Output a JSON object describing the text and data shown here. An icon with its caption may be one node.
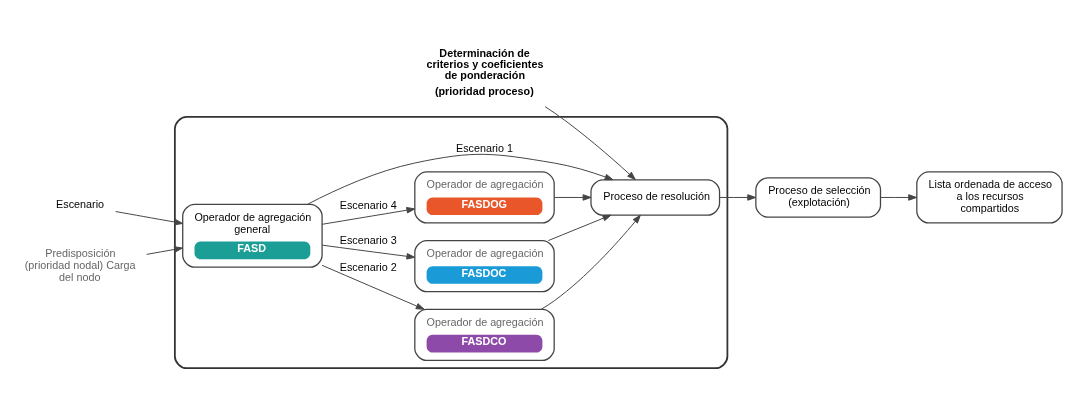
{
  "diagram": {
    "nodes": [
      {
        "text": [],
        "shape": "box"
      },
      {
        "text": [
          "Escenario"
        ]
      },
      {
        "text": [
          "Predisposición (prioridad nodal) Carga del nodo"
        ]
      },
      {
        "text": [
          "Operador de agregación general",
          "FASD"
        ],
        "in": 0
      },
      {
        "text": [
          "Operador de agregación",
          "FASDCO"
        ],
        "in": 0
      },
      {
        "text": [
          "Operador de agregación",
          "FASDOC"
        ],
        "in": 0
      },
      {
        "text": [
          "Operador de agregación",
          "FASDOG"
        ],
        "in": 0
      },
      {
        "text": [
          "Proceso de resolución"
        ],
        "in": 0
      },
      {
        "text": [
          "Determinación de criterios y coeficientes de ponderación",
          "(prioridad proceso)"
        ]
      },
      {
        "text": [
          "Proceso de selección (explotación)"
        ]
      },
      {
        "text": [
          "Lista ordenada de acceso a los recursos compartidos"
        ]
      }
    ],
    "edges": [
      {
        "from": 1,
        "to": 3,
        "arrow": "to"
      },
      {
        "from": 2,
        "to": 3,
        "arrow": "to"
      },
      {
        "from": 3,
        "to": 7,
        "arrow": "to",
        "label": "Escenario 1"
      },
      {
        "from": 3,
        "to": 4,
        "arrow": "to",
        "label": "Escenario 2"
      },
      {
        "from": 3,
        "to": 5,
        "arrow": "to",
        "label": "Escenario 3"
      },
      {
        "from": 3,
        "to": 6,
        "arrow": "to",
        "label": "Escenario 4"
      },
      {
        "from": 4,
        "to": 7,
        "arrow": "to"
      },
      {
        "from": 5,
        "to": 7,
        "arrow": "to"
      },
      {
        "from": 6,
        "to": 7,
        "arrow": "to"
      },
      {
        "from": 8,
        "to": 7,
        "arrow": "to"
      },
      {
        "from": 7,
        "to": 9,
        "arrow": "to"
      },
      {
        "from": 9,
        "to": 10,
        "arrow": "to"
      }
    ]
  }
}
